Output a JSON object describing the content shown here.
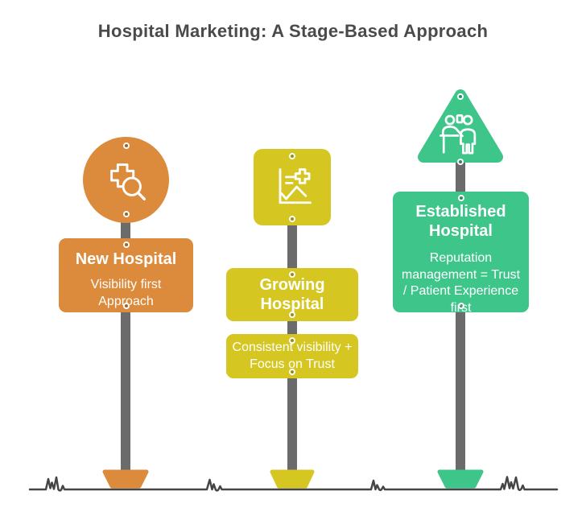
{
  "title": "Hospital Marketing: A Stage-Based Approach",
  "stages": [
    {
      "heading": "New Hospital",
      "body": "Visibility first Approach",
      "color": "#DC8A3B",
      "icon": "hospital-search-icon",
      "badge_shape": "circle"
    },
    {
      "heading": "Growing Hospital",
      "body": "Consistent visibility + Focus on Trust",
      "color": "#D5C622",
      "icon": "growth-chart-icon",
      "badge_shape": "square"
    },
    {
      "heading": "Established Hospital",
      "body": "Reputation management = Trust / Patient Experience first",
      "color": "#3EC58A",
      "icon": "patient-consultation-icon",
      "badge_shape": "triangle"
    }
  ],
  "colors": {
    "pole": "#6B6B6B",
    "ground": "#454545",
    "title_text": "#4A4A4A",
    "sign_text": "#FFFFFF"
  }
}
